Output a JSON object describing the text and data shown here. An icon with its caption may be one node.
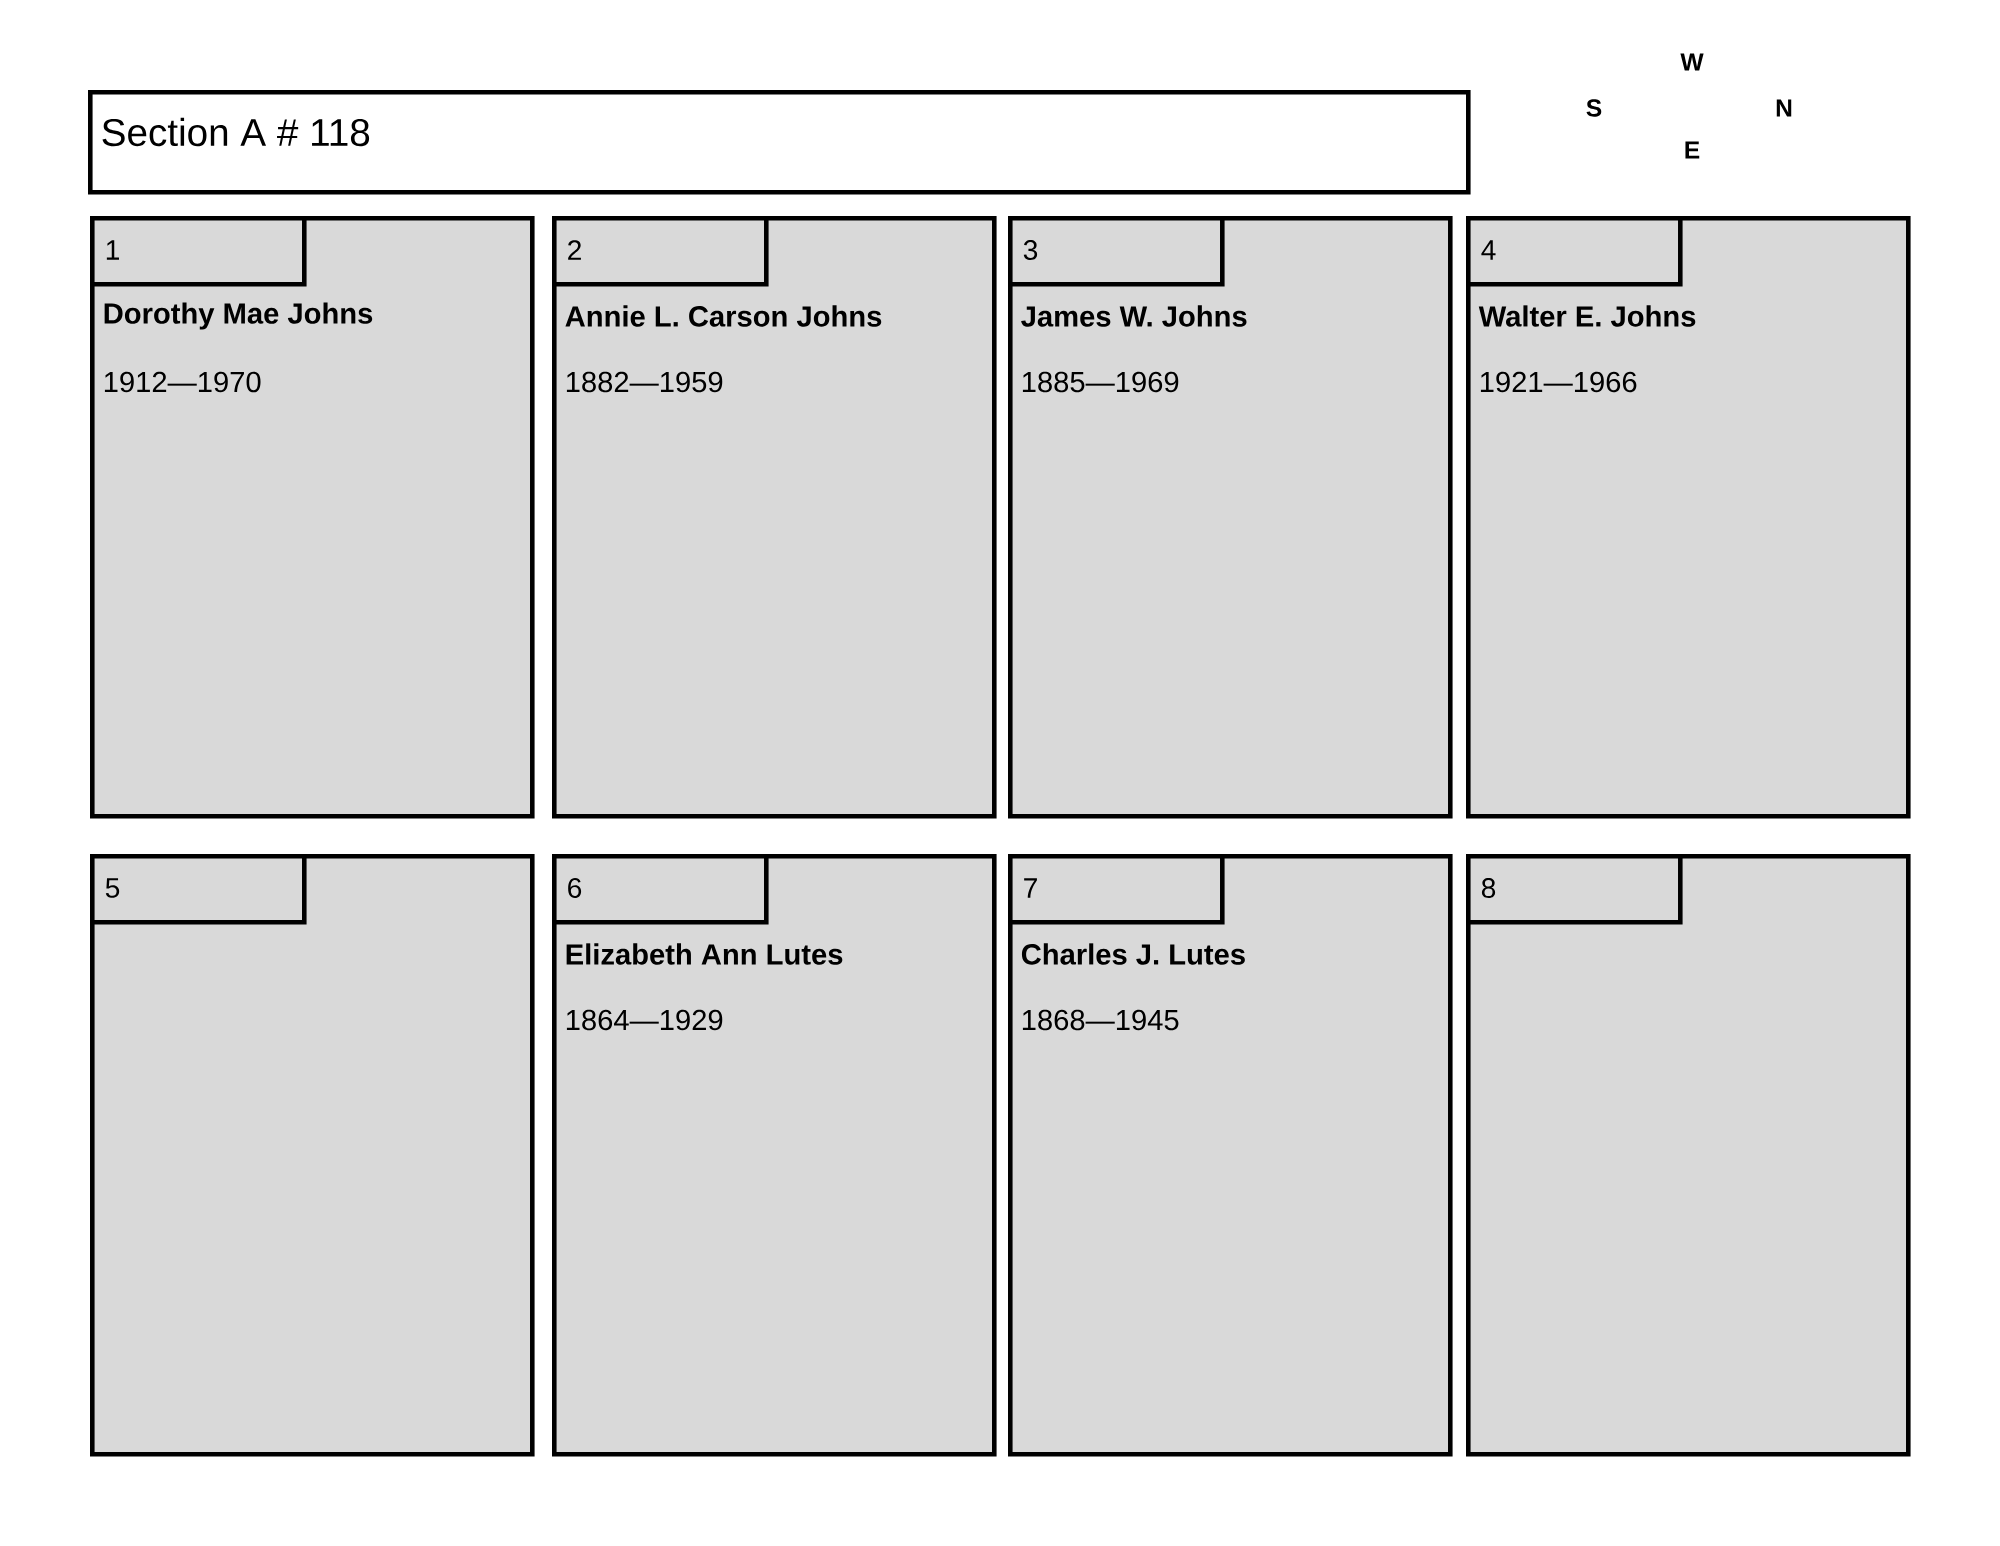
{
  "diagram": {
    "nodes": [
      {
        "text": [
          "Section A # 118"
        ]
      },
      {
        "text": [
          "Dorothy Mae Johns",
          "1912—1970"
        ]
      },
      {
        "text": [
          "1"
        ],
        "in": 1
      },
      {
        "text": [
          "Annie L. Carson Johns",
          "1882—1959"
        ]
      },
      {
        "text": [
          "2"
        ],
        "in": 3
      },
      {
        "text": [
          "James W. Johns",
          "1885—1969"
        ]
      },
      {
        "text": [
          "3"
        ],
        "in": 5
      },
      {
        "text": [
          "Walter E. Johns",
          "1921—1966"
        ]
      },
      {
        "text": [
          "4"
        ],
        "in": 7
      },
      {
        "text": [],
        "shape": "box"
      },
      {
        "text": [
          "5"
        ],
        "in": 9
      },
      {
        "text": [
          "Elizabeth Ann Lutes",
          "1864—1929"
        ]
      },
      {
        "text": [
          "6"
        ],
        "in": 11
      },
      {
        "text": [
          "Charles J. Lutes",
          "1868—1945"
        ]
      },
      {
        "text": [
          "7"
        ],
        "in": 13
      },
      {
        "text": [],
        "shape": "box"
      },
      {
        "text": [
          "8"
        ],
        "in": 15
      }
    ],
    "edges": [],
    "labels": [
      "W",
      "S",
      "N",
      "E"
    ]
  }
}
